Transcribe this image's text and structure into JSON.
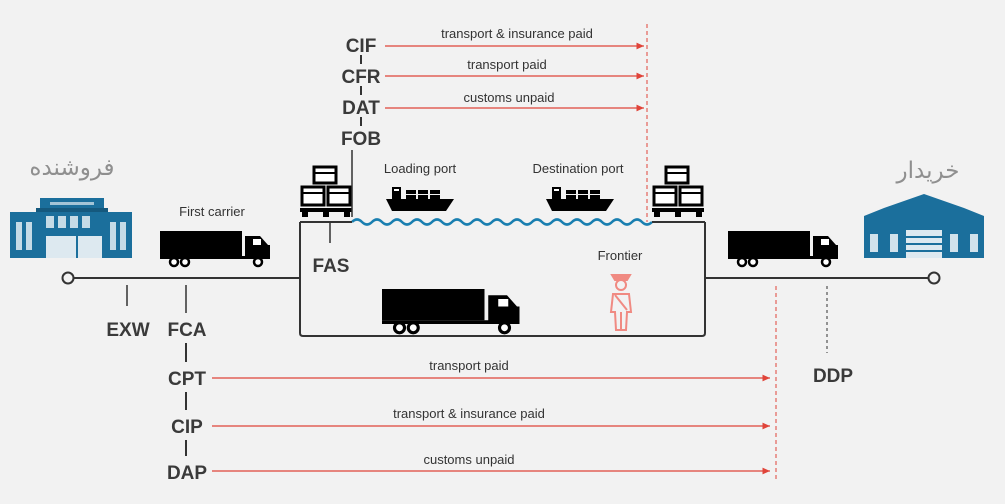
{
  "colors": {
    "background": "#f2f2f2",
    "line": "#333333",
    "arrow": "#e0443a",
    "accent_blue": "#1b6f9c",
    "water": "#1a7fb0",
    "frontier_person": "#f08a82",
    "text": "#333333",
    "place_text": "#8f8f8f"
  },
  "places": {
    "seller": "فروشنده",
    "buyer": "خریدار"
  },
  "labels": {
    "first_carrier": "First carrier",
    "loading_port": "Loading port",
    "destination_port": "Destination port",
    "frontier": "Frontier"
  },
  "terms": {
    "cif": "CIF",
    "cfr": "CFR",
    "dat": "DAT",
    "fob": "FOB",
    "fas": "FAS",
    "exw": "EXW",
    "fca": "FCA",
    "cpt": "CPT",
    "cip": "CIP",
    "dap": "DAP",
    "ddp": "DDP"
  },
  "arrow_labels": {
    "cif": "transport & insurance paid",
    "cfr": "transport paid",
    "dat": "customs unpaid",
    "cpt": "transport paid",
    "cip": "transport & insurance paid",
    "dap": "customs unpaid"
  },
  "icons": {
    "seller_building": "warehouse-icon",
    "buyer_building": "warehouse-icon",
    "truck": "truck-icon",
    "ship": "cargo-ship-icon",
    "crates": "crates-on-pallet-icon",
    "frontier_guard": "customs-officer-icon"
  }
}
